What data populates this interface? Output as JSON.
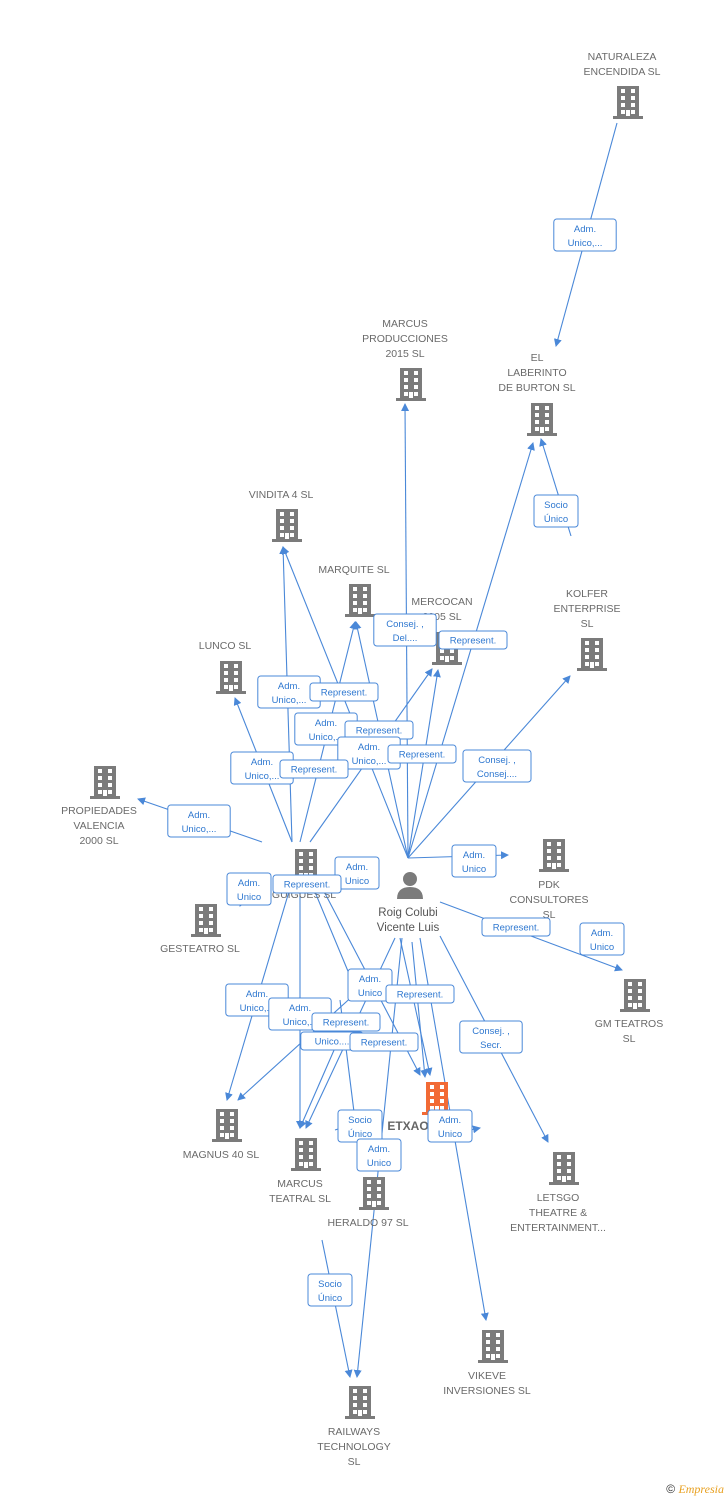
{
  "colors": {
    "edge": "#4a88d8",
    "company": "#7b7b7b",
    "highlight": "#f26a35",
    "person": "#7b7b7b"
  },
  "person": {
    "name_line1": "Roig Colubi",
    "name_line2": "Vicente Luis"
  },
  "nodes": [
    {
      "id": "naturaleza",
      "lines": [
        "NATURALEZA",
        "ENCENDIDA  SL"
      ],
      "icon": "building-icon"
    },
    {
      "id": "laberinto",
      "lines": [
        "EL",
        "LABERINTO",
        "DE BURTON  SL"
      ],
      "icon": "building-icon"
    },
    {
      "id": "marcusprod",
      "lines": [
        "MARCUS",
        "PRODUCCIONES",
        "2015  SL"
      ],
      "icon": "building-icon"
    },
    {
      "id": "vindita",
      "lines": [
        "VINDITA 4  SL"
      ],
      "icon": "building-icon"
    },
    {
      "id": "marquite",
      "lines": [
        "MARQUITE  SL"
      ],
      "icon": "building-icon"
    },
    {
      "id": "mercocan",
      "lines": [
        "MERCOCAN",
        "2005  SL"
      ],
      "icon": "building-icon"
    },
    {
      "id": "kolfer",
      "lines": [
        "KOLFER",
        "ENTERPRISE",
        "SL"
      ],
      "icon": "building-icon"
    },
    {
      "id": "lunco",
      "lines": [
        "LUNCO  SL"
      ],
      "icon": "building-icon"
    },
    {
      "id": "propiedades",
      "lines": [
        "PROPIEDADES",
        "VALENCIA",
        "2000  SL"
      ],
      "icon": "building-icon"
    },
    {
      "id": "guigues",
      "lines": [
        "GUIGUES  SL"
      ],
      "icon": "building-icon"
    },
    {
      "id": "gesteatro",
      "lines": [
        "GESTEATRO  SL"
      ],
      "icon": "building-icon"
    },
    {
      "id": "pdk",
      "lines": [
        "PDK",
        "CONSULTORES",
        "SL"
      ],
      "icon": "building-icon"
    },
    {
      "id": "gmteatros",
      "lines": [
        "GM TEATROS",
        "SL"
      ],
      "icon": "building-icon"
    },
    {
      "id": "etxao",
      "lines": [
        "ETXAO"
      ],
      "icon": "building-icon",
      "highlight": true
    },
    {
      "id": "magnus",
      "lines": [
        "MAGNUS 40  SL"
      ],
      "icon": "building-icon"
    },
    {
      "id": "marcusteatral",
      "lines": [
        "MARCUS",
        "TEATRAL  SL"
      ],
      "icon": "building-icon"
    },
    {
      "id": "heraldo",
      "lines": [
        "HERALDO 97  SL"
      ],
      "icon": "building-icon"
    },
    {
      "id": "letsgo",
      "lines": [
        "LETSGO",
        "THEATRE &",
        "ENTERTAINMENT..."
      ],
      "icon": "building-icon"
    },
    {
      "id": "vikeve",
      "lines": [
        "VIKEVE",
        "INVERSIONES SL"
      ],
      "icon": "building-icon"
    },
    {
      "id": "railways",
      "lines": [
        "RAILWAYS",
        "TECHNOLOGY",
        "SL"
      ],
      "icon": "building-icon"
    }
  ],
  "edge_labels": [
    [
      "Adm.",
      "Unico,..."
    ],
    [
      "Socio",
      "Único"
    ],
    [
      "Consej. ,",
      "Del...."
    ],
    [
      "Represent."
    ],
    [
      "Adm.",
      "Unico,..."
    ],
    [
      "Represent."
    ],
    [
      "Adm.",
      "Unico,..."
    ],
    [
      "Represent."
    ],
    [
      "Adm.",
      "Unico,..."
    ],
    [
      "Represent."
    ],
    [
      "Adm.",
      "Unico,..."
    ],
    [
      "Represent."
    ],
    [
      "Consej. ,",
      "Consej...."
    ],
    [
      "Adm.",
      "Unico,..."
    ],
    [
      "Adm.",
      "Unico"
    ],
    [
      "Adm.",
      "Unico"
    ],
    [
      "Represent."
    ],
    [
      "Adm.",
      "Unico"
    ],
    [
      "Represent."
    ],
    [
      "Adm.",
      "Unico"
    ],
    [
      "Adm.",
      "Unico"
    ],
    [
      "Represent."
    ],
    [
      "Adm.",
      "Unico,..."
    ],
    [
      "Adm.",
      "Unico,..."
    ],
    [
      "Represent."
    ],
    [
      "Unico...."
    ],
    [
      "Represent."
    ],
    [
      "Consej. ,",
      "Secr."
    ],
    [
      "Socio",
      "Único"
    ],
    [
      "Adm.",
      "Unico"
    ],
    [
      "Adm.",
      "Unico"
    ],
    [
      "Socio",
      "Único"
    ]
  ],
  "footer": {
    "copyright": "©",
    "brand": "Empresia"
  }
}
